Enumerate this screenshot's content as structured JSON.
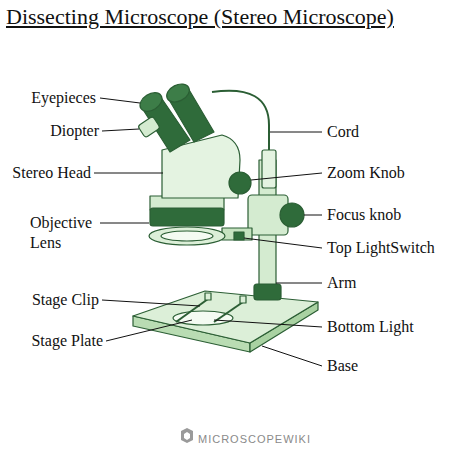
{
  "diagram": {
    "title": "Dissecting Microscope (Stereo Microscope)",
    "labels": [
      "Eyepieces",
      "Diopter",
      "Stereo Head",
      "Objective Lens",
      "Stage Clip",
      "Stage Plate",
      "Cord",
      "Zoom Knob",
      "Focus knob",
      "Top LightSwitch",
      "Arm",
      "Bottom Light",
      "Base",
      "MICROSCOPEWIKI"
    ]
  }
}
